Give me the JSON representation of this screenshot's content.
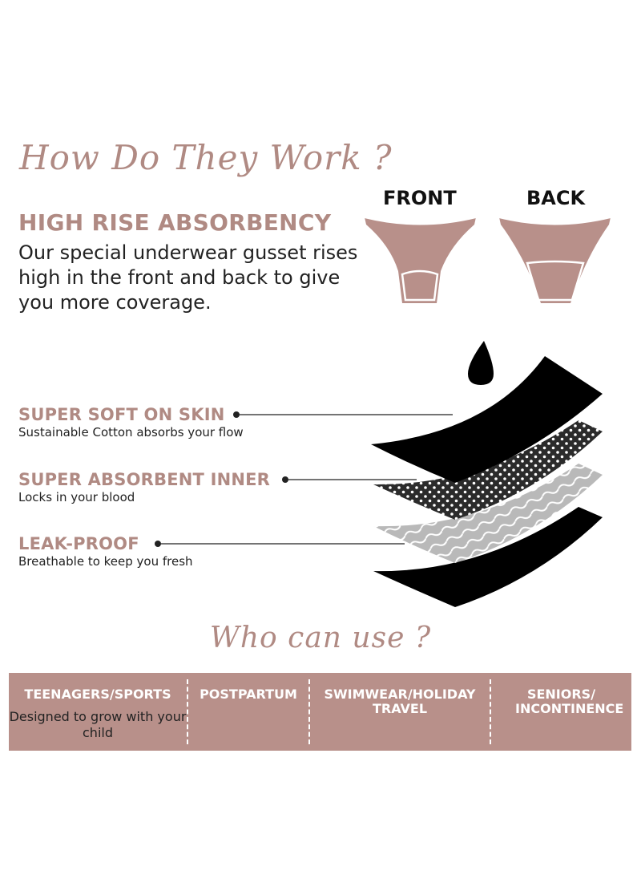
{
  "section1": {
    "title": "How Do They Work ?",
    "heading": "HIGH RISE ABSORBENCY",
    "body": "Our special underwear gusset rises high in the front and back to give you more coverage."
  },
  "panties": {
    "front_label": "FRONT",
    "back_label": "BACK",
    "fill_color": "#b8908a"
  },
  "features": [
    {
      "title": "SUPER SOFT ON SKIN",
      "subtitle": "Sustainable Cotton absorbs your flow"
    },
    {
      "title": "SUPER ABSORBENT INNER",
      "subtitle": "Locks in your blood"
    },
    {
      "title": "LEAK-PROOF",
      "subtitle": "Breathable to keep you fresh"
    }
  ],
  "section2": {
    "title": "Who can use ?"
  },
  "banner": {
    "columns": [
      {
        "title": "TEENAGERS/SPORTS",
        "subtitle": "Designed to grow with your child"
      },
      {
        "title": "POSTPARTUM",
        "subtitle": ""
      },
      {
        "title": "SWIMWEAR/HOLIDAY TRAVEL",
        "subtitle": ""
      },
      {
        "title": "SENIORS/ INCONTINENCE",
        "subtitle": ""
      }
    ],
    "color": "#b8908a"
  },
  "colors": {
    "accent": "#b08a83",
    "text": "#222222"
  }
}
